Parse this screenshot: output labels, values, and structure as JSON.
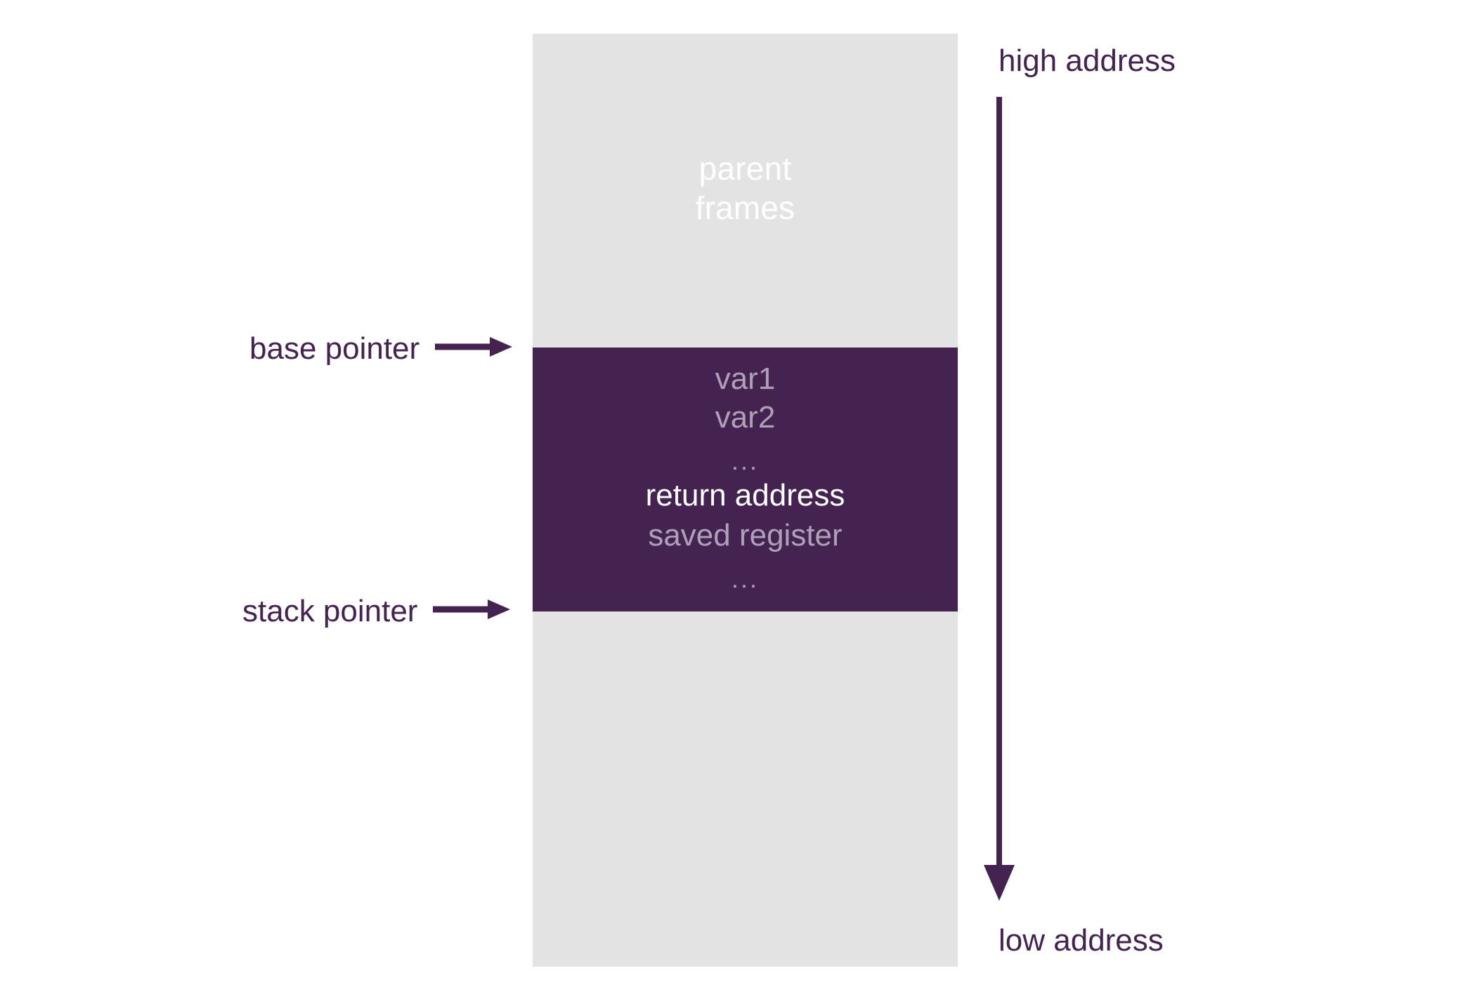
{
  "diagram": {
    "title": "stack frame memory layout",
    "colors": {
      "background": "#ffffff",
      "stack_background": "#E3E3E4",
      "current_frame": "#442350",
      "accent": "#442350",
      "dim_text": "#AFA0B8",
      "light_text": "#FFFFFF"
    },
    "stack_column": {
      "parent_frames_line1": "parent",
      "parent_frames_line2": "frames"
    },
    "current_frame": {
      "rows": [
        {
          "text": "var1",
          "style": "dim"
        },
        {
          "text": "var2",
          "style": "dim"
        },
        {
          "text": "...",
          "style": "dim"
        },
        {
          "text": "return address",
          "style": "highlight"
        },
        {
          "text": "saved register",
          "style": "dim"
        },
        {
          "text": "...",
          "style": "dim"
        }
      ]
    },
    "pointers": [
      {
        "label": "base pointer",
        "icon": "arrow-right-icon"
      },
      {
        "label": "stack pointer",
        "icon": "arrow-right-icon"
      }
    ],
    "address_axis": {
      "high_label": "high address",
      "low_label": "low address",
      "direction": "downward",
      "icon": "arrow-down-icon"
    }
  }
}
